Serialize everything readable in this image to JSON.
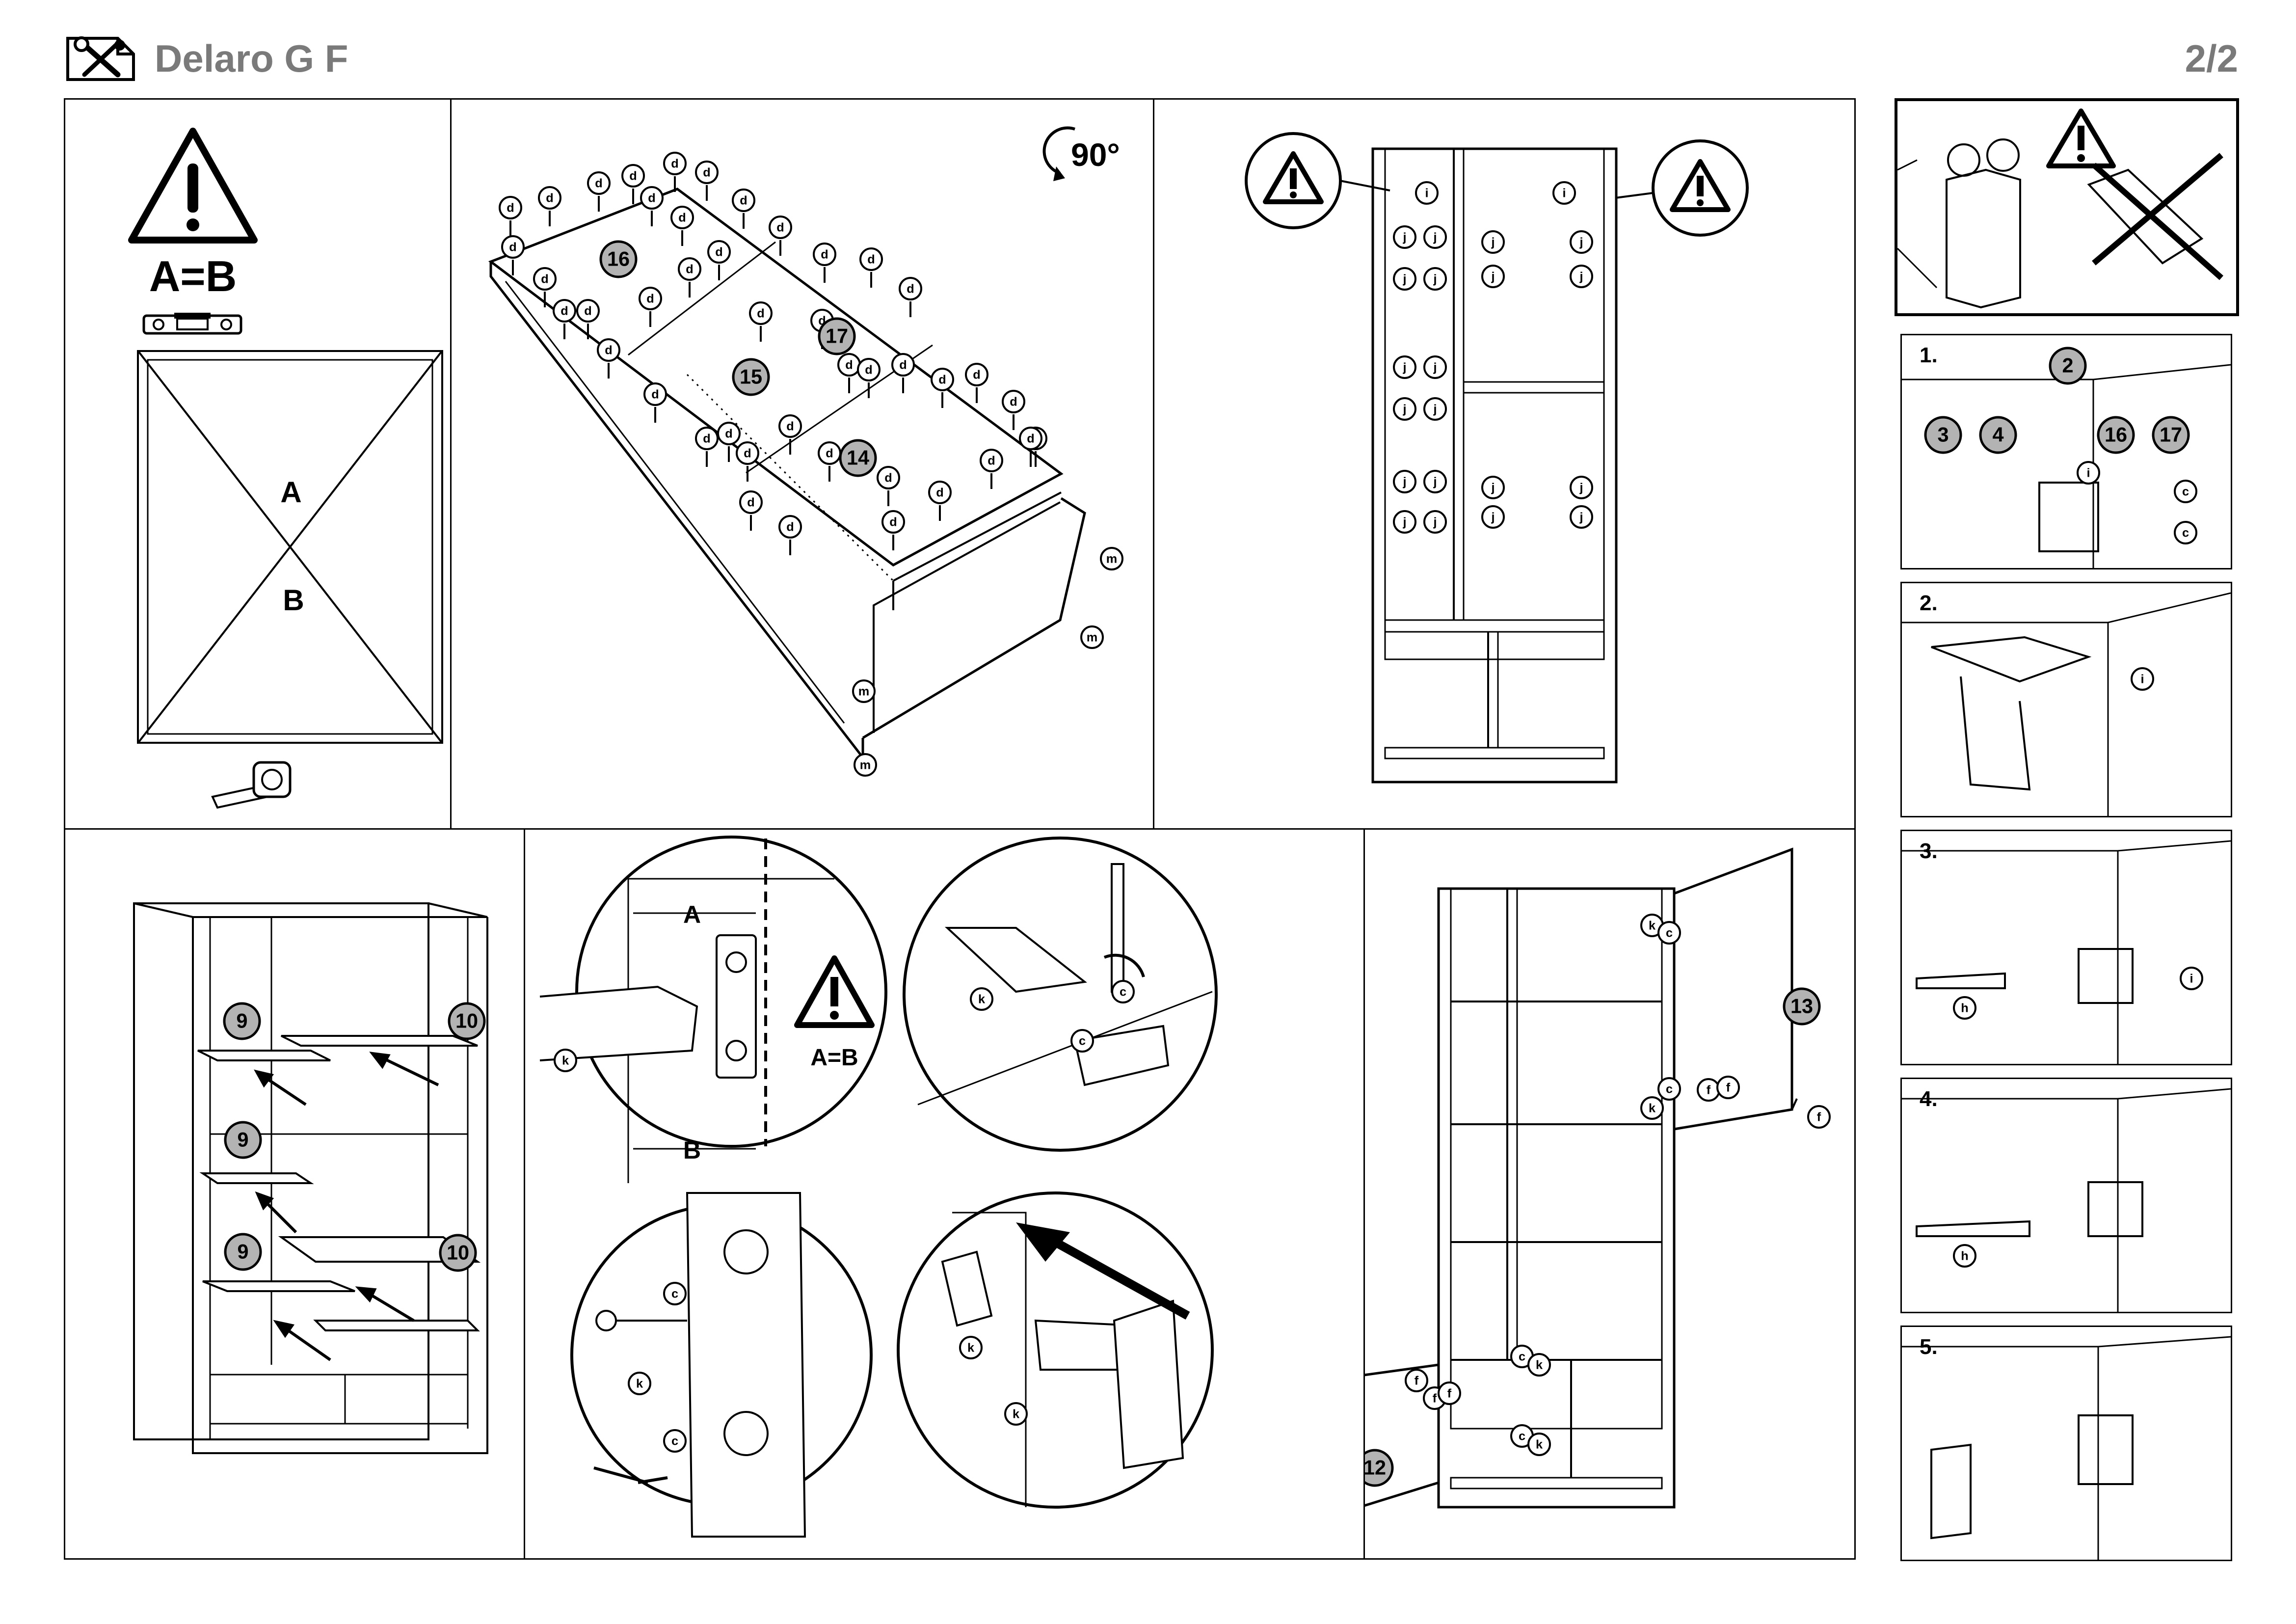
{
  "header": {
    "title": "Delaro G F",
    "page": "2/2",
    "icon": "tools-icon"
  },
  "step_a": {
    "label": "A=B",
    "diag_a": "A",
    "diag_b": "B",
    "icons": [
      "warning-icon",
      "spirit-level-icon",
      "tape-measure-icon"
    ]
  },
  "step_b": {
    "rotation": "90°",
    "part_letter": "d",
    "parts": [
      "16",
      "15",
      "17",
      "14"
    ],
    "fixing": "m"
  },
  "step_c": {
    "fix_i": "i",
    "fix_j": "j",
    "icons": [
      "warning-icon",
      "warning-icon"
    ]
  },
  "step_d": {
    "parts": [
      "9",
      "10",
      "9",
      "9",
      "10"
    ]
  },
  "step_e": {
    "a": "A",
    "b": "B",
    "label": "A=B",
    "k": "k",
    "c": "c"
  },
  "step_f": {
    "k": "k",
    "c": "c",
    "f": "f",
    "door_right": "13",
    "door_left": "12"
  },
  "wall_steps": [
    {
      "num": "1.",
      "parts": [
        "2",
        "3",
        "4",
        "16",
        "17"
      ],
      "fix": [
        "i",
        "c",
        "c"
      ]
    },
    {
      "num": "2.",
      "fix": [
        "i"
      ]
    },
    {
      "num": "3.",
      "fix": [
        "h",
        "i"
      ]
    },
    {
      "num": "4.",
      "fix": [
        "h"
      ]
    },
    {
      "num": "5.",
      "fix": []
    }
  ]
}
